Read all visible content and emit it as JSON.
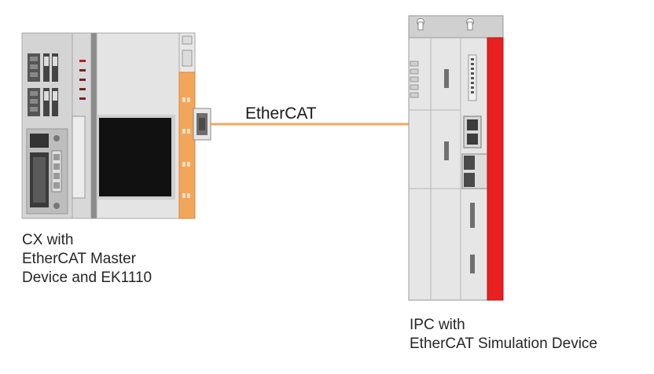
{
  "link": {
    "label": "EtherCAT",
    "color": "#f0a860"
  },
  "cx_device": {
    "caption": [
      "CX with",
      "EtherCAT Master",
      "Device and EK1110"
    ],
    "accent_color": "#f2a65a"
  },
  "ipc_device": {
    "caption": [
      "IPC with",
      "EtherCAT Simulation Device"
    ],
    "accent_color": "#e82020"
  }
}
